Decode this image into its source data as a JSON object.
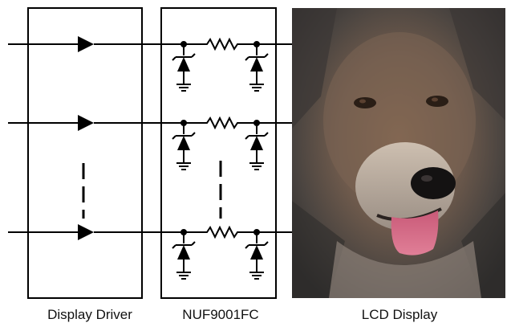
{
  "captions": {
    "driver": "Display Driver",
    "protection_device": "NUF9001FC",
    "lcd": "LCD Display"
  },
  "lcd_photo": {
    "subject": "dog-face-photo"
  }
}
